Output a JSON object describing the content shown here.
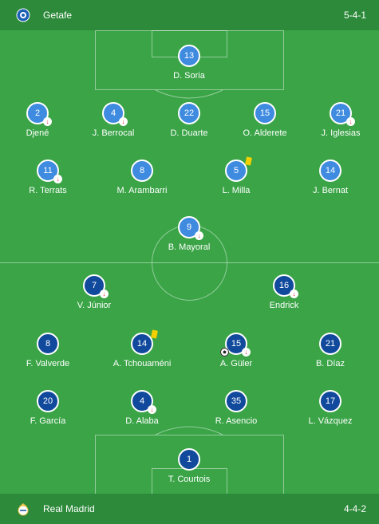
{
  "home": {
    "team": "Getafe",
    "formation": "5-4-1"
  },
  "away": {
    "team": "Real Madrid",
    "formation": "4-4-2"
  },
  "home_players": {
    "soria": {
      "number": "13",
      "name": "D. Soria"
    },
    "djene": {
      "number": "2",
      "name": "Djené"
    },
    "berrocal": {
      "number": "4",
      "name": "J. Berrocal"
    },
    "duarte": {
      "number": "22",
      "name": "D. Duarte"
    },
    "alderete": {
      "number": "15",
      "name": "O. Alderete"
    },
    "iglesias": {
      "number": "21",
      "name": "J. Iglesias"
    },
    "terrats": {
      "number": "11",
      "name": "R. Terrats"
    },
    "arambarri": {
      "number": "8",
      "name": "M. Arambarri"
    },
    "milla": {
      "number": "5",
      "name": "L. Milla"
    },
    "bernat": {
      "number": "14",
      "name": "J. Bernat"
    },
    "mayoral": {
      "number": "9",
      "name": "B. Mayoral"
    }
  },
  "away_players": {
    "junior": {
      "number": "7",
      "name": "V. Júnior"
    },
    "endrick": {
      "number": "16",
      "name": "Endrick"
    },
    "valverde": {
      "number": "8",
      "name": "F. Valverde"
    },
    "tchouameni": {
      "number": "14",
      "name": "A. Tchouaméni"
    },
    "guler": {
      "number": "15",
      "name": "A. Güler"
    },
    "diaz": {
      "number": "21",
      "name": "B. Díaz"
    },
    "garcia": {
      "number": "20",
      "name": "F. García"
    },
    "alaba": {
      "number": "4",
      "name": "D. Alaba"
    },
    "asencio": {
      "number": "35",
      "name": "R. Asencio"
    },
    "vazquez": {
      "number": "17",
      "name": "L. Vázquez"
    },
    "courtois": {
      "number": "1",
      "name": "T. Courtois"
    }
  },
  "colors": {
    "pitch": "#3aa447",
    "bar": "#2c8a3a",
    "home_disc": "#3f8be0",
    "away_disc": "#114a9c",
    "yellow_card": "#f4d000",
    "sub_arrow": "#dd3333"
  },
  "icons": {
    "home_crest": "getafe-crest-icon",
    "away_crest": "real-madrid-crest-icon",
    "substitution": "substitution-out-icon",
    "yellow_card": "yellow-card-icon",
    "goal": "goal-ball-icon"
  }
}
